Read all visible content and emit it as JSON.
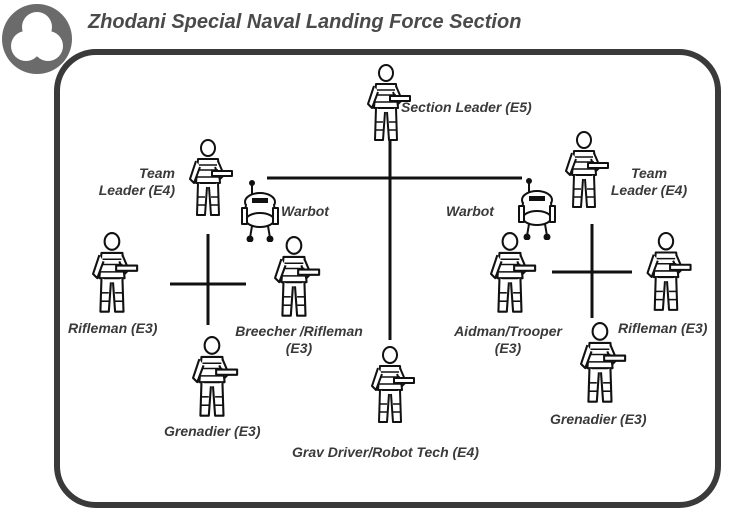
{
  "title": "Zhodani Special Naval Landing Force Section",
  "colors": {
    "frame": "#3a3a3a",
    "text": "#3a3a3a",
    "title": "#4a4a4a",
    "logo": "#6b6b6b"
  },
  "icons": {
    "trooper": "armored-trooper-icon",
    "warbot": "warbot-icon",
    "logo": "three-circle-logo-icon"
  },
  "units": {
    "section_leader": "Section Leader (E5)",
    "team_leader_left": [
      "Team",
      "Leader (E4)"
    ],
    "team_leader_right": [
      "Team",
      "Leader (E4)"
    ],
    "warbot_left": "Warbot",
    "warbot_right": "Warbot",
    "rifleman_left": "Rifleman (E3)",
    "breecher": [
      "Breecher /Rifleman",
      "(E3)"
    ],
    "grenadier_left": "Grenadier (E3)",
    "grav_driver": "Grav Driver/Robot Tech (E4)",
    "aidman": [
      "Aidman/Trooper",
      "(E3)"
    ],
    "rifleman_right": "Rifleman (E3)",
    "grenadier_right": "Grenadier (E3)"
  }
}
